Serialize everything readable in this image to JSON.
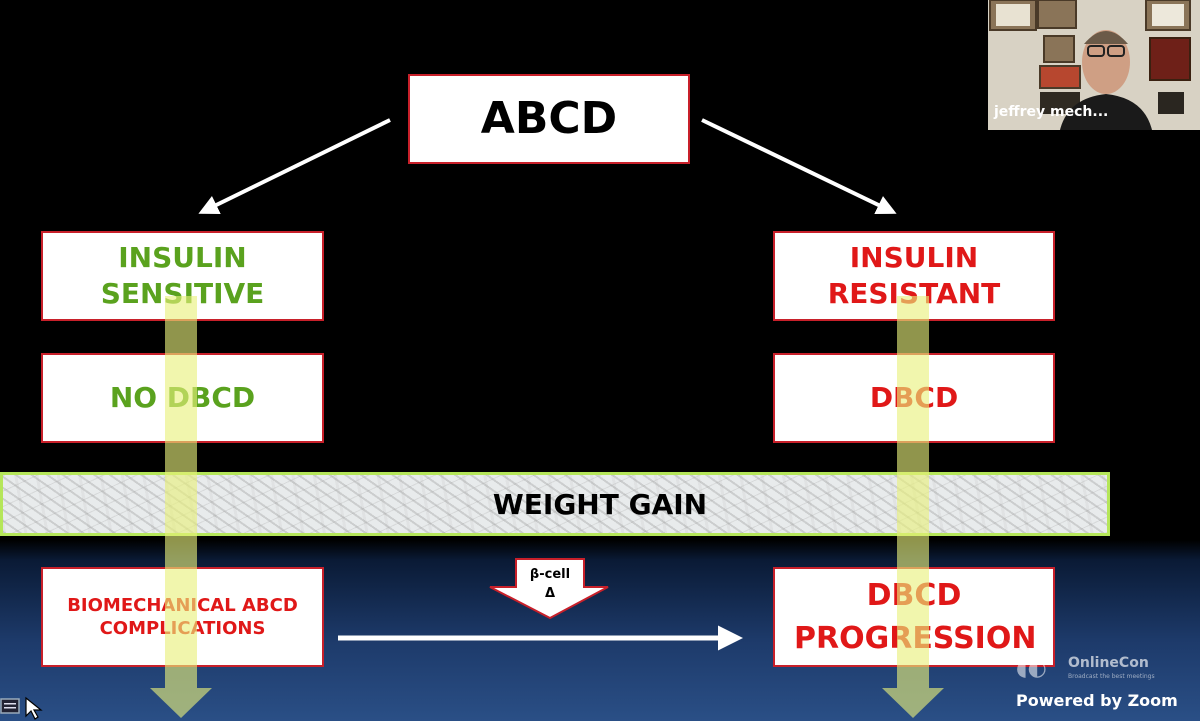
{
  "diagram": {
    "title": "ABCD",
    "left_branch": {
      "top_label": "INSULIN SENSITIVE",
      "middle_label": "NO DBCD",
      "bottom_label": "BIOMECHANICAL ABCD COMPLICATIONS"
    },
    "right_branch": {
      "top_label": "INSULIN RESISTANT",
      "middle_label": "DBCD",
      "bottom_label": "DBCD PROGRESSION"
    },
    "band_label": "WEIGHT GAIN",
    "beta_cell_label": "β-cell",
    "beta_cell_symbol": "Δ"
  },
  "colors": {
    "sensitive_text": "#5aa21e",
    "resistant_text": "#e01818",
    "box_border": "#c8202a",
    "down_arrow": "#e9f07a"
  },
  "video": {
    "participant_name": "jeffrey mech..."
  },
  "watermark": {
    "brand": "OnlineCon",
    "tagline": "Broadcast the best meetings",
    "powered_by": "Powered by Zoom"
  },
  "icons": [
    "onlinecon-logo-icon",
    "screen-share-icon",
    "cursor-icon",
    "arrow-icon"
  ]
}
